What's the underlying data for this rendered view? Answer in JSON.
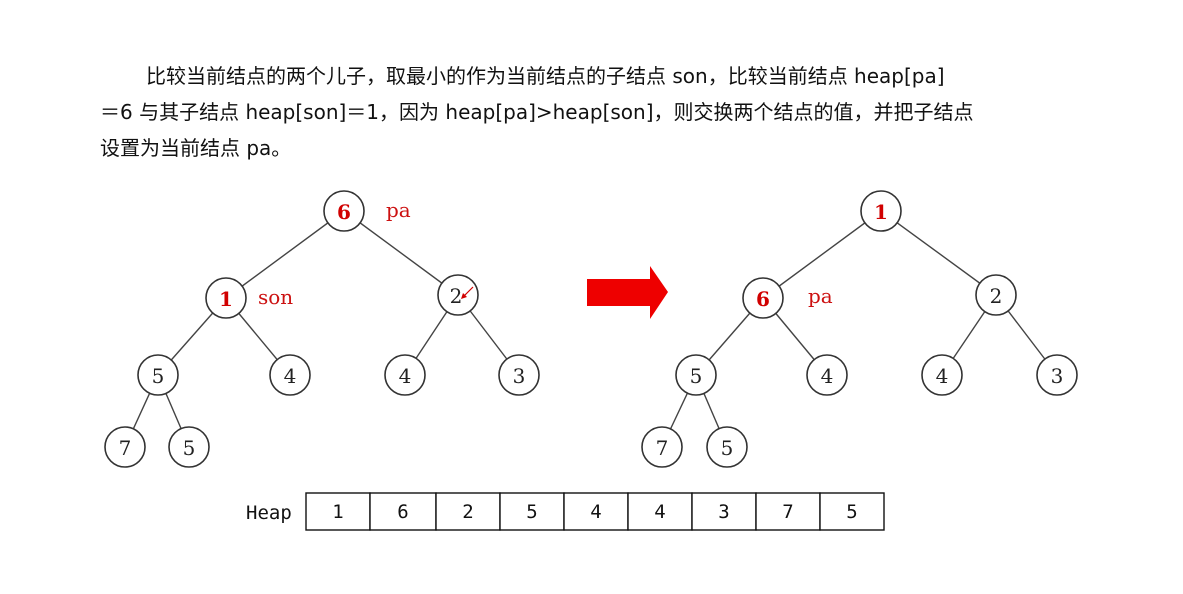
{
  "paragraph": {
    "line1": "比较当前结点的两个儿子，取最小的作为当前结点的子结点 son，比较当前结点 heap[pa]",
    "line2": "＝6 与其子结点 heap[son]＝1，因为 heap[pa]>heap[son]，则交换两个结点的值，并把子结点",
    "line3": "设置为当前结点 pa。"
  },
  "left_tree": {
    "nodes": [
      "6",
      "1",
      "2",
      "5",
      "4",
      "4",
      "3",
      "7",
      "5"
    ],
    "highlighted": [
      "6",
      "1"
    ],
    "pa_label": "pa",
    "son_label": "son"
  },
  "right_tree": {
    "nodes": [
      "1",
      "6",
      "2",
      "5",
      "4",
      "4",
      "3",
      "7",
      "5"
    ],
    "highlighted": [
      "1",
      "6"
    ],
    "pa_label": "pa"
  },
  "arrow": {
    "color": "#ee0000"
  },
  "heap": {
    "label": "Heap",
    "values": [
      "1",
      "6",
      "2",
      "5",
      "4",
      "4",
      "3",
      "7",
      "5"
    ]
  },
  "colors": {
    "highlight": "#d10000",
    "annotation": "#cc1111"
  }
}
